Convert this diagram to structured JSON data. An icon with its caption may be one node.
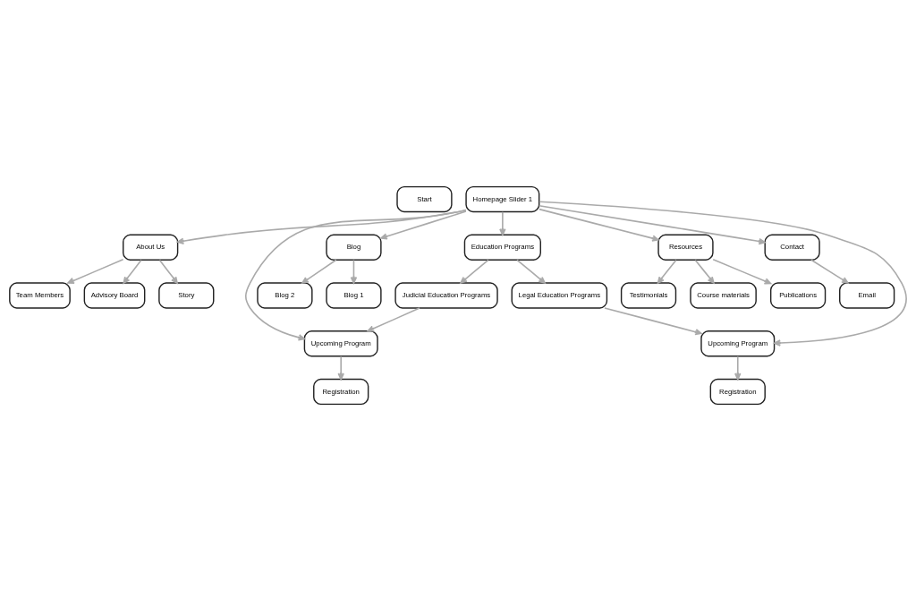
{
  "diagram": {
    "nodes": [
      {
        "text": [
          "Start"
        ]
      },
      {
        "text": [
          "Homepage Slider 1"
        ]
      },
      {
        "text": [
          "About Us"
        ]
      },
      {
        "text": [
          "Education Programs"
        ]
      },
      {
        "text": [
          "Blog"
        ]
      },
      {
        "text": [
          "Resources"
        ]
      },
      {
        "text": [
          "Contact"
        ]
      },
      {
        "text": [
          "Blog 1"
        ]
      },
      {
        "text": [
          "Publications"
        ]
      },
      {
        "text": [
          "Email"
        ]
      },
      {
        "text": [
          "Story"
        ]
      },
      {
        "text": [
          "Team Members"
        ]
      },
      {
        "text": [
          "Advisory Board"
        ]
      },
      {
        "text": [
          "Blog 2"
        ]
      },
      {
        "text": [
          "Testimonials"
        ]
      },
      {
        "text": [
          "Course materials"
        ]
      },
      {
        "text": [
          "Judicial Education Programs"
        ]
      },
      {
        "text": [
          "Legal Education Programs"
        ]
      },
      {
        "text": [
          "Upcoming Program"
        ]
      },
      {
        "text": [
          "Upcoming Program"
        ]
      },
      {
        "text": [
          "Registration"
        ]
      },
      {
        "text": [
          "Registration"
        ]
      }
    ],
    "edges": [
      {
        "from": 1,
        "to": 2,
        "arrow": "to"
      },
      {
        "from": 1,
        "to": 3,
        "arrow": "to"
      },
      {
        "from": 1,
        "to": 4,
        "arrow": "to"
      },
      {
        "from": 1,
        "to": 5,
        "arrow": "to"
      },
      {
        "from": 1,
        "to": 6,
        "arrow": "to"
      },
      {
        "from": 2,
        "to": 10,
        "arrow": "to"
      },
      {
        "from": 2,
        "to": 11,
        "arrow": "to"
      },
      {
        "from": 2,
        "to": 12,
        "arrow": "to"
      },
      {
        "from": 3,
        "to": 16,
        "arrow": "to"
      },
      {
        "from": 3,
        "to": 17,
        "arrow": "to"
      },
      {
        "from": 4,
        "to": 7,
        "arrow": "to"
      },
      {
        "from": 4,
        "to": 13,
        "arrow": "to"
      },
      {
        "from": 5,
        "to": 8,
        "arrow": "to"
      },
      {
        "from": 5,
        "to": 14,
        "arrow": "to"
      },
      {
        "from": 5,
        "to": 15,
        "arrow": "to"
      },
      {
        "from": 6,
        "to": 9,
        "arrow": "to"
      },
      {
        "from": 1,
        "to": 18,
        "arrow": "to"
      },
      {
        "from": 1,
        "to": 19,
        "arrow": "to"
      },
      {
        "from": 16,
        "to": 18,
        "arrow": "to"
      },
      {
        "from": 17,
        "to": 19,
        "arrow": "to"
      },
      {
        "from": 18,
        "to": 20,
        "arrow": "to"
      },
      {
        "from": 19,
        "to": 21,
        "arrow": "to"
      }
    ]
  }
}
